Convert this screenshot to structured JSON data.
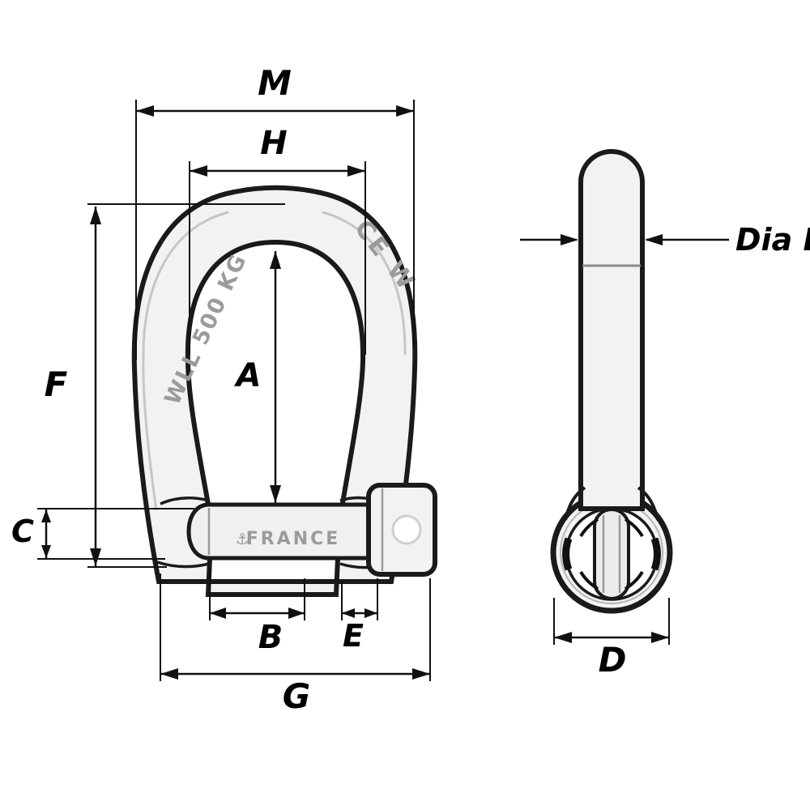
{
  "diagram": {
    "subject": "Bow shackle technical dimension drawing, front and side views",
    "labels": {
      "m": "M",
      "h": "H",
      "a": "A",
      "f": "F",
      "c": "C",
      "b": "B",
      "e": "E",
      "g": "G",
      "d": "D",
      "dia_d": "Dia D"
    },
    "markings": {
      "wll": "WLL 500 KG",
      "ce": "CE W",
      "logo": "⚓",
      "origin": "FRANCE"
    },
    "colors": {
      "outline": "#1a1a1a",
      "dimension": "#111111",
      "metal_fill": "#f2f2f2",
      "engraving": "#9b9b9b",
      "background": "#ffffff"
    }
  }
}
